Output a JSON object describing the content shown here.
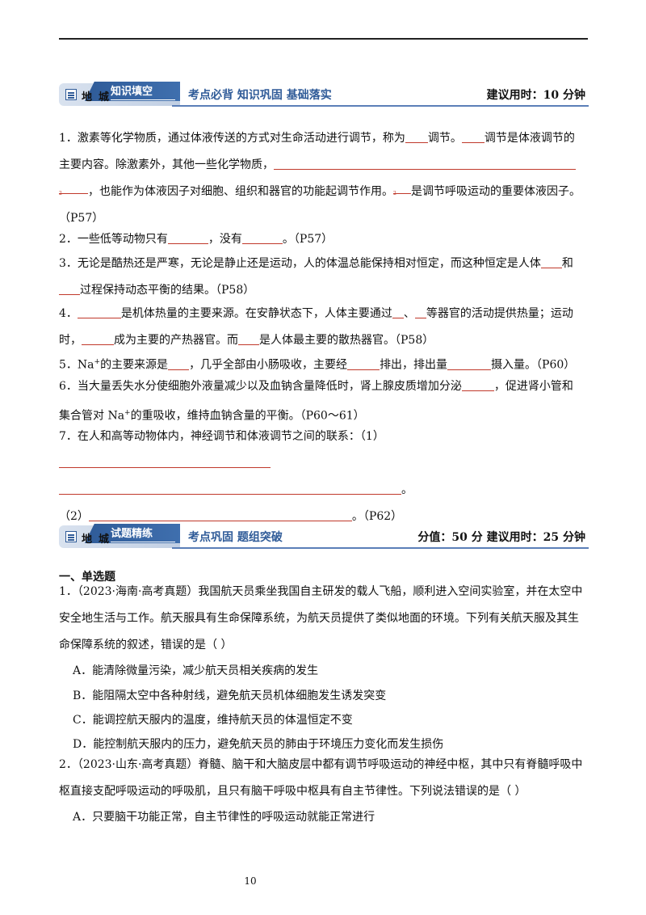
{
  "header1": {
    "diyu": "地城",
    "tag": "知识填空",
    "motto": "考点必背  知识巩固  基础落实",
    "right": "建议用时：10 分钟"
  },
  "q1": {
    "t1": "1．激素等化学物质，通过体液传送的方式对生命活动进行调节，称为",
    "t2": "调节。",
    "t3": "调节是体液调节的",
    "t4": "主要内容。除激素外，其他一些化学物质，",
    "m1": "2",
    "t5": "，也能作为体液因子对细胞、组织和器官的功能起调节作用。",
    "m2": "2",
    "t6": "是调节呼吸运动的重要体液因子。",
    "t7": "（P57）"
  },
  "q2": {
    "t1": "2．一些低等动物只有",
    "t2": "，没有",
    "t3": "。（P57）"
  },
  "q3": {
    "t1": "3．无论是酷热还是严寒，无论是静止还是运动，人的体温总能保持相对恒定，而这种恒定是人体",
    "t2": "和",
    "t3": "过程保持动态平衡的结果。（P58）"
  },
  "q4": {
    "t1": "4．",
    "t2": "是机体热量的主要来源。在安静状态下，人体主要通过",
    "t3": "、",
    "t4": "等器官的活动提供热量；运动",
    "t5": "时，",
    "t6": "成为主要的产热器官。而",
    "t7": "是人体最主要的散热器官。（P58）"
  },
  "q5": {
    "t1": "5．Na",
    "sup": "+",
    "t2": "的主要来源是",
    "t3": "，几乎全部由小肠吸收，主要经",
    "t4": "排出，排出量",
    "t5": "摄入量。（P60）"
  },
  "q6": {
    "t1": "6．当大量丢失水分使细胞外液量减少以及血钠含量降低时，肾上腺皮质增加分泌",
    "t2": "，促进肾小管和",
    "t3": "集合管对 Na",
    "sup": "+",
    "t4": "的重吸收，维持血钠含量的平衡。（P60～61）"
  },
  "q7": {
    "t1": "7．在人和高等动物体内，神经调节和体液调节之间的联系：（1）",
    "t2": "。",
    "t3": "（2）",
    "t4": "。（P62）"
  },
  "header2": {
    "diyu": "地城",
    "tag": "试题精练",
    "motto": "考点巩固  题组突破",
    "right": "分值：50 分    建议用时：25 分钟"
  },
  "section": "一、单选题",
  "p1": {
    "l1": "1．（2023·海南·高考真题）我国航天员乘坐我国自主研发的载人飞船，顺利进入空间实验室，并在太空中",
    "l2": "安全地生活与工作。航天服具有生命保障系统，为航天员提供了类似地面的环境。下列有关航天服及其生",
    "l3": "命保障系统的叙述，错误的是（    ）",
    "options": [
      "A．能清除微量污染，减少航天员相关疾病的发生",
      "B．能阻隔太空中各种射线，避免航天员机体细胞发生诱发突变",
      "C．能调控航天服内的温度，维持航天员的体温恒定不变",
      "D．能控制航天服内的压力，避免航天员的肺由于环境压力变化而发生损伤"
    ]
  },
  "p2": {
    "l1": "2．（2023·山东·高考真题）脊髓、脑干和大脑皮层中都有调节呼吸运动的神经中枢，其中只有脊髓呼吸中",
    "l2": "枢直接支配呼吸运动的呼吸肌，且只有脑干呼吸中枢具有自主节律性。下列说法错误的是（    ）",
    "options": [
      "A．只要脑干功能正常，自主节律性的呼吸运动就能正常进行"
    ]
  },
  "page_number": "10"
}
